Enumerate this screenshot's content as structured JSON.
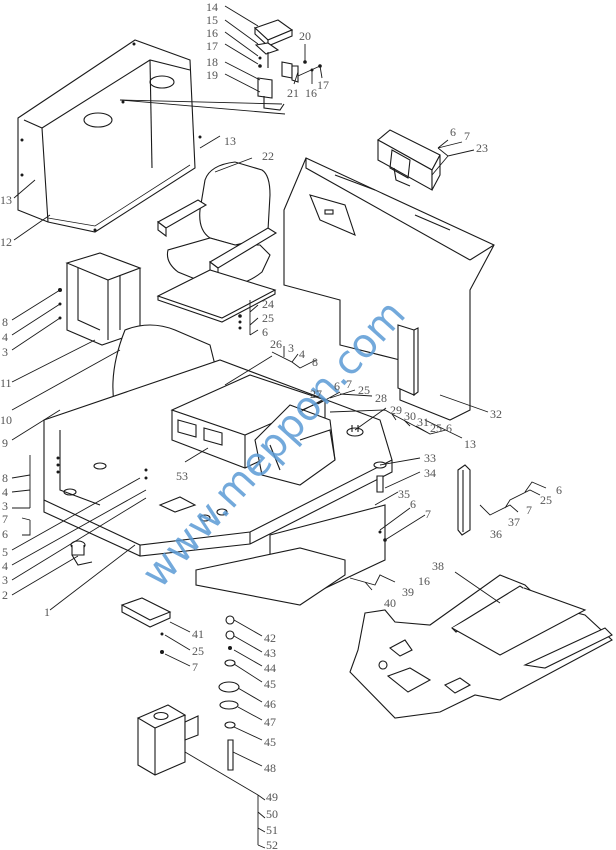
{
  "diagram": {
    "type": "exploded-parts-diagram",
    "watermark": "www.meppon.com",
    "colors": {
      "line": "#1a1a1a",
      "label": "#555555",
      "watermark": "#5b9bd5"
    },
    "callouts": {
      "c14": "14",
      "c15": "15",
      "c16a": "16",
      "c17a": "17",
      "c18": "18",
      "c19": "19",
      "c20": "20",
      "c21": "21",
      "c16b": "16",
      "c17b": "17",
      "c13a": "13",
      "c13b": "13",
      "c12": "12",
      "c22": "22",
      "c6a": "6",
      "c7a": "7",
      "c23": "23",
      "c8a": "8",
      "c4a": "4",
      "c3a": "3",
      "c11": "11",
      "c10": "10",
      "c24": "24",
      "c25a": "25",
      "c6b": "6",
      "c26": "26",
      "c3b": "3",
      "c4b": "4",
      "c8b": "8",
      "c27": "27",
      "c6c": "6",
      "c7b": "7",
      "c25b": "25",
      "c28": "28",
      "c29": "29",
      "c30": "30",
      "c31": "31",
      "c25c": "25",
      "c6d": "6",
      "c32": "32",
      "c13c": "13",
      "c33": "33",
      "c34": "34",
      "c9": "9",
      "c8c": "8",
      "c4c": "4",
      "c3c": "3",
      "c7c": "7",
      "c6e": "6",
      "c5": "5",
      "c4d": "4",
      "c3d": "3",
      "c2": "2",
      "c1": "1",
      "c53": "53",
      "c35": "35",
      "c6f": "6",
      "c7d": "7",
      "c36": "36",
      "c37": "37",
      "c7e": "7",
      "c25d": "25",
      "c6g": "6",
      "c38": "38",
      "c16c": "16",
      "c39": "39",
      "c40": "40",
      "c41": "41",
      "c25e": "25",
      "c7f": "7",
      "c42": "42",
      "c43": "43",
      "c44": "44",
      "c45a": "45",
      "c46": "46",
      "c47": "47",
      "c45b": "45",
      "c48": "48",
      "c49": "49",
      "c50": "50",
      "c51": "51",
      "c52": "52"
    }
  }
}
